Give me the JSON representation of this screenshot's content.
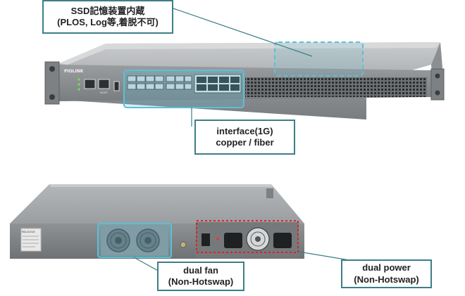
{
  "front_device": {
    "brand": "PIOLINK",
    "mgmt_port_label": "MGMT"
  },
  "rear_device": {
    "model_label": "PAS-K1516"
  },
  "callouts": {
    "ssd": {
      "line1": "SSD記憶装置内蔵",
      "line2": "(PLOS, Log等,着脱不可)"
    },
    "interface": {
      "line1": "interface(1G)",
      "line2": "copper / fiber"
    },
    "fan": {
      "line1": "dual fan",
      "line2": "(Non-Hotswap)"
    },
    "power": {
      "line1": "dual power",
      "line2": "(Non-Hotswap)"
    }
  },
  "colors": {
    "callout_border": "#3c7f86",
    "highlight_box": "#5bc0d6",
    "power_highlight": "#e02020",
    "chassis": "#8a8d90"
  }
}
